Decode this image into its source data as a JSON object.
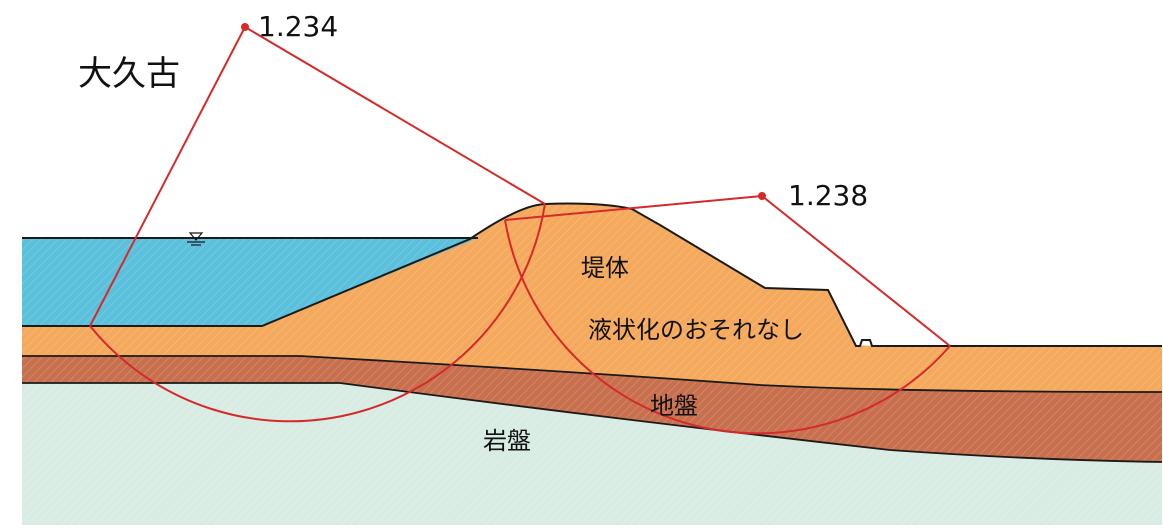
{
  "site_name": "大久古",
  "safety_factors": {
    "left": "1.234",
    "right": "1.238"
  },
  "layers": {
    "embankment": "堤体",
    "liquefaction_note": "液状化のおそれなし",
    "ground": "地盤",
    "bedrock": "岩盤"
  },
  "colors": {
    "water": "#5bc0dc",
    "embankment": "#f4a95c",
    "ground": "#c8704e",
    "bedrock": "#d8ece4",
    "slip_circle": "#d42a2a",
    "outline": "#1a1a1a"
  }
}
